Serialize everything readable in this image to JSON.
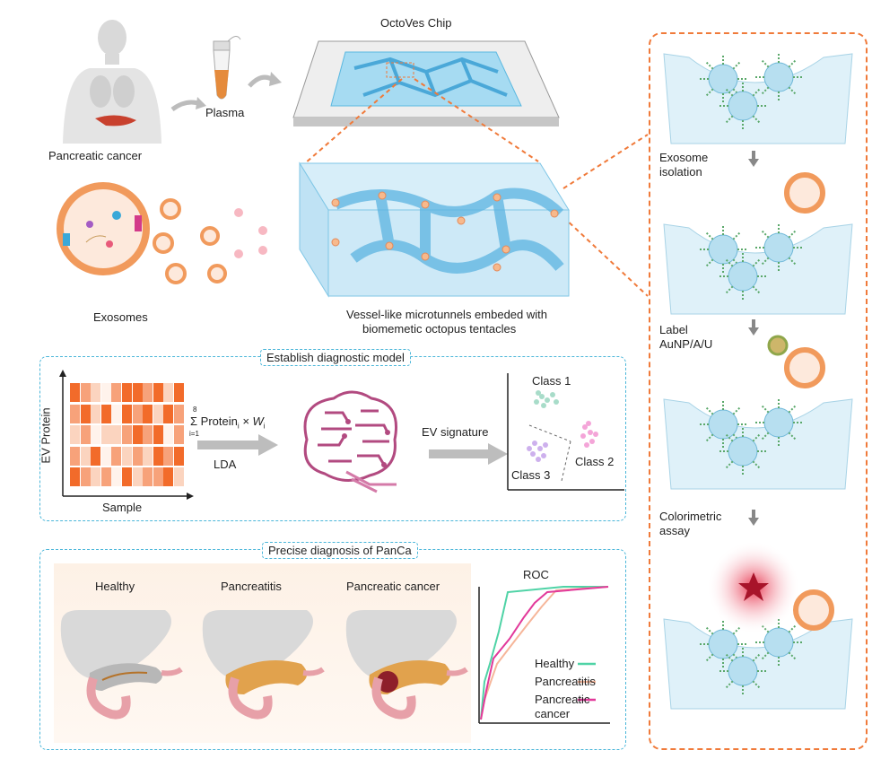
{
  "top": {
    "chip_title": "OctoVes Chip",
    "plasma_label": "Plasma",
    "patient_label": "Pancreatic cancer",
    "exosomes_label": "Exosomes",
    "tunnel_caption_1": "Vessel-like microtunnels embeded with",
    "tunnel_caption_2": "biomemetic octopus tentacles"
  },
  "diagnostic_model": {
    "title": "Establish diagnostic model",
    "y_axis_label": "EV Protein",
    "x_axis_label": "Sample",
    "formula": "Σ Protein",
    "formula_sub": "i",
    "formula_tail": " × W",
    "formula_tail_sub": "i",
    "sum_upper": "8",
    "sum_lower": "i=1",
    "method_label": "LDA",
    "signature_label": "EV signature",
    "class1": "Class 1",
    "class2": "Class 2",
    "class3": "Class 3",
    "heatmap_colors": [
      "#f26b2a",
      "#f7a27a",
      "#fbd4bf",
      "#fff3ec"
    ]
  },
  "diagnosis": {
    "title": "Precise diagnosis of PanCa",
    "healthy_label": "Healthy",
    "pancreatitis_label": "Pancreatitis",
    "cancer_label": "Pancreatic cancer"
  },
  "chart_data": {
    "type": "line",
    "title": "ROC",
    "xlabel": "",
    "ylabel": "",
    "series": [
      {
        "name": "Healthy",
        "color": "#4fd3a6"
      },
      {
        "name": "Pancreatitis",
        "color": "#f6b69a"
      },
      {
        "name": "Pancreatic cancer",
        "color": "#e2399a"
      }
    ],
    "legend_lines": [
      "Healthy",
      "Pancreatitis",
      "Pancreatic",
      "cancer"
    ]
  },
  "workflow": {
    "step1": "Exosome",
    "step1b": "isolation",
    "step2": "Label",
    "step2b": "AuNP/A/U",
    "step3": "Colorimetric",
    "step3b": "assay"
  }
}
